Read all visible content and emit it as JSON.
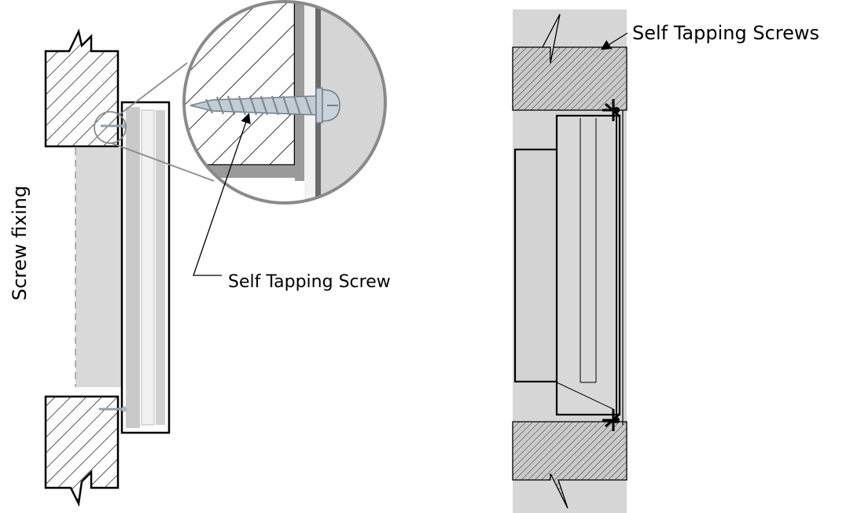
{
  "left_diagram": {
    "side_label": "Screw fixing",
    "callout_label": "Self Tapping Screw"
  },
  "right_diagram": {
    "callout_label": "Self Tapping Screws"
  },
  "colors": {
    "wall": "#d6d6d6",
    "frame_outline": "#000000",
    "panel_light": "#ececec",
    "panel_mid": "#c8c8c8",
    "zoom_ring": "#8a8a8a",
    "screw": "#b9c4cc"
  }
}
